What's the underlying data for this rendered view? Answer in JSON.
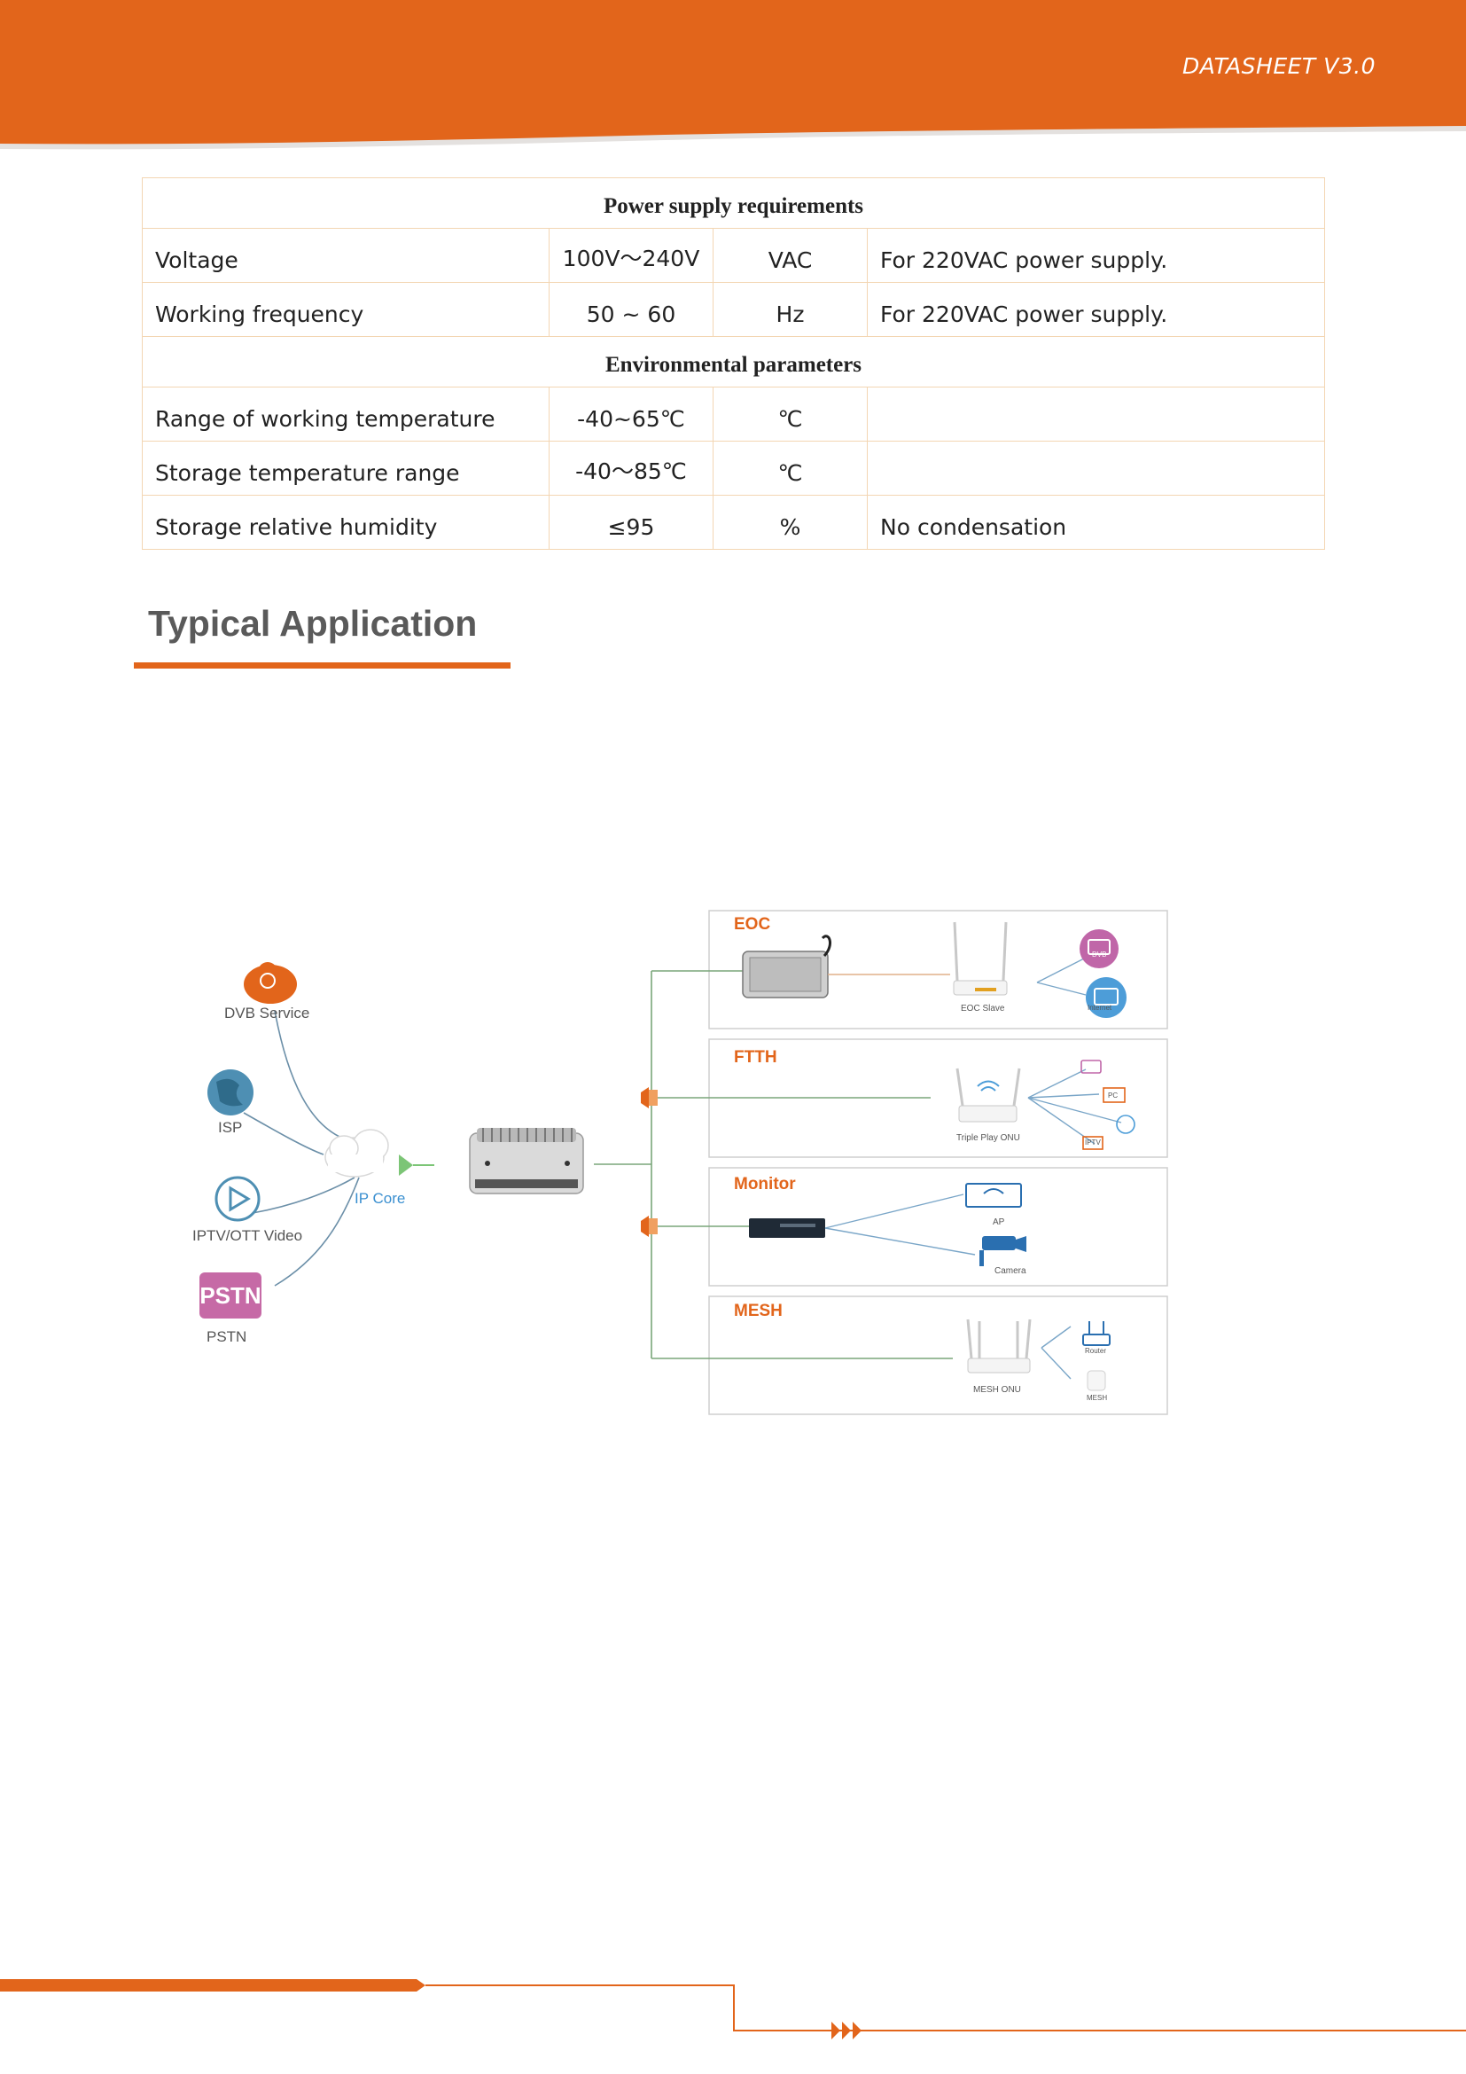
{
  "header": {
    "label": "DATASHEET V3.0"
  },
  "colors": {
    "brand": "#e2651b",
    "table_border": "#f3d6b3",
    "title_gray": "#5a5a5a",
    "ip_core_blue": "#3a8fd0",
    "pstn_pink": "#c66aa6"
  },
  "table": {
    "sections": [
      {
        "title": "Power supply requirements",
        "rows": [
          {
            "param": "Voltage",
            "value": "100V～240V",
            "unit": "VAC",
            "note": "For 220VAC power supply."
          },
          {
            "param": "Working frequency",
            "value": "50 ~ 60",
            "unit": "Hz",
            "note": "For 220VAC power supply."
          }
        ]
      },
      {
        "title": "Environmental parameters",
        "rows": [
          {
            "param": "Range of working temperature",
            "value": "-40~65℃",
            "unit": "℃",
            "note": ""
          },
          {
            "param": "Storage temperature range",
            "value": "-40～85℃",
            "unit": "℃",
            "note": ""
          },
          {
            "param": "Storage relative humidity",
            "value": "≤95",
            "unit": "%",
            "note": "No condensation"
          }
        ]
      }
    ]
  },
  "section_title": "Typical Application",
  "diagram": {
    "sources": {
      "dvb": "DVB Service",
      "isp": "ISP",
      "iptv": "IPTV/OTT Video",
      "pstn": "PSTN",
      "pstn_badge": "PSTN"
    },
    "ip_core": "IP Core",
    "panels": {
      "eoc": {
        "title": "EOC",
        "device": "EOC Slave",
        "end1": "DVB",
        "end2": "Internet"
      },
      "ftth": {
        "title": "FTTH",
        "device": "Triple Play ONU",
        "end_pc": "PC",
        "end_iptv": "IPTV"
      },
      "monitor": {
        "title": "Monitor",
        "end1": "AP",
        "end2": "Camera"
      },
      "mesh": {
        "title": "MESH",
        "device": "MESH ONU",
        "end1": "Router",
        "end2": "MESH"
      }
    },
    "icons": [
      "dvb-service-icon",
      "globe-icon",
      "play-icon",
      "cloud-icon",
      "olt-device-icon",
      "splitter-icon",
      "router-icon",
      "switch-icon",
      "camera-icon",
      "monitor-icon"
    ]
  }
}
